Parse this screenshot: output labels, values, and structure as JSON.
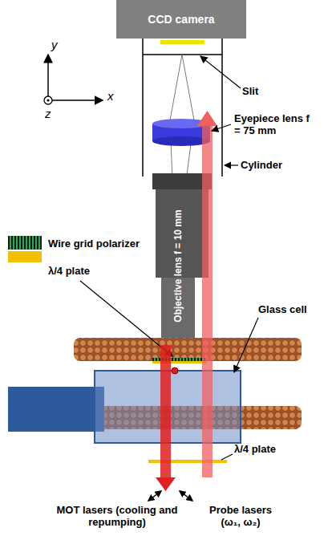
{
  "diagram": {
    "nodes": [
      {
        "text": [
          "CCD camera"
        ]
      },
      {
        "text": [
          "Objective lens f = 10 mm"
        ]
      }
    ],
    "labels": [
      "y",
      "x",
      "z",
      "Slit",
      "Eyepiece lens f = 75 mm",
      "Cylinder",
      "Wire grid polarizer",
      "λ/4 plate",
      "Glass cell",
      "λ/4 plate",
      "MOT lasers (cooling and repumping)",
      "Probe lasers (ω₁, ω₂)"
    ]
  }
}
